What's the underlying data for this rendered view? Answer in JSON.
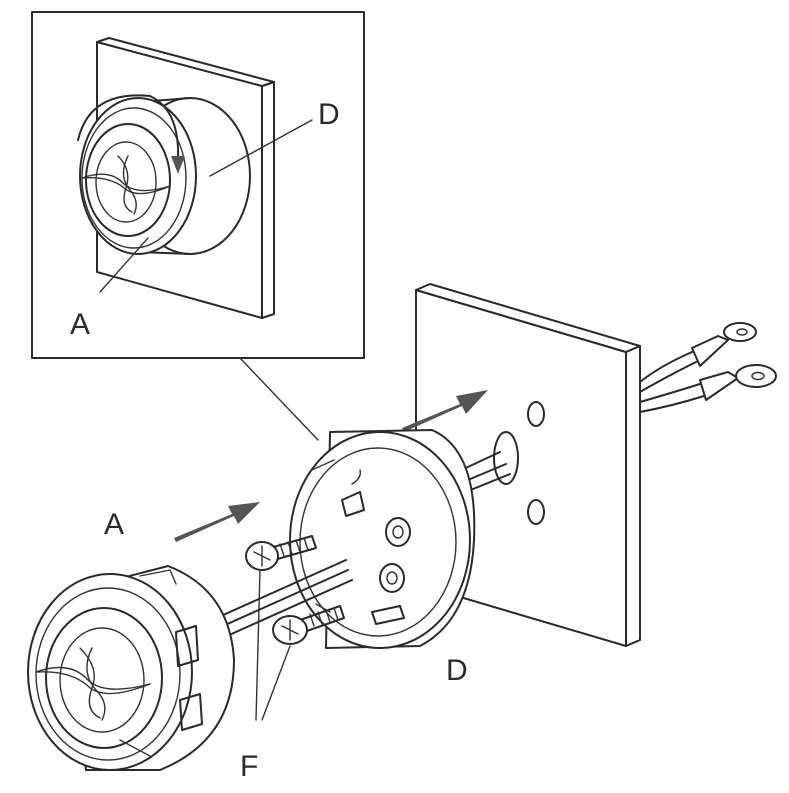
{
  "labels": {
    "inset_part_d": "D",
    "inset_part_a": "A",
    "main_part_a": "A",
    "main_part_d": "D",
    "main_part_f": "F"
  },
  "colors": {
    "line": "#2a2a2a",
    "arrow": "#555555",
    "background": "#ffffff"
  },
  "icons": [
    "push-arrow-icon",
    "screw-icon",
    "rotate-arrow-icon"
  ]
}
